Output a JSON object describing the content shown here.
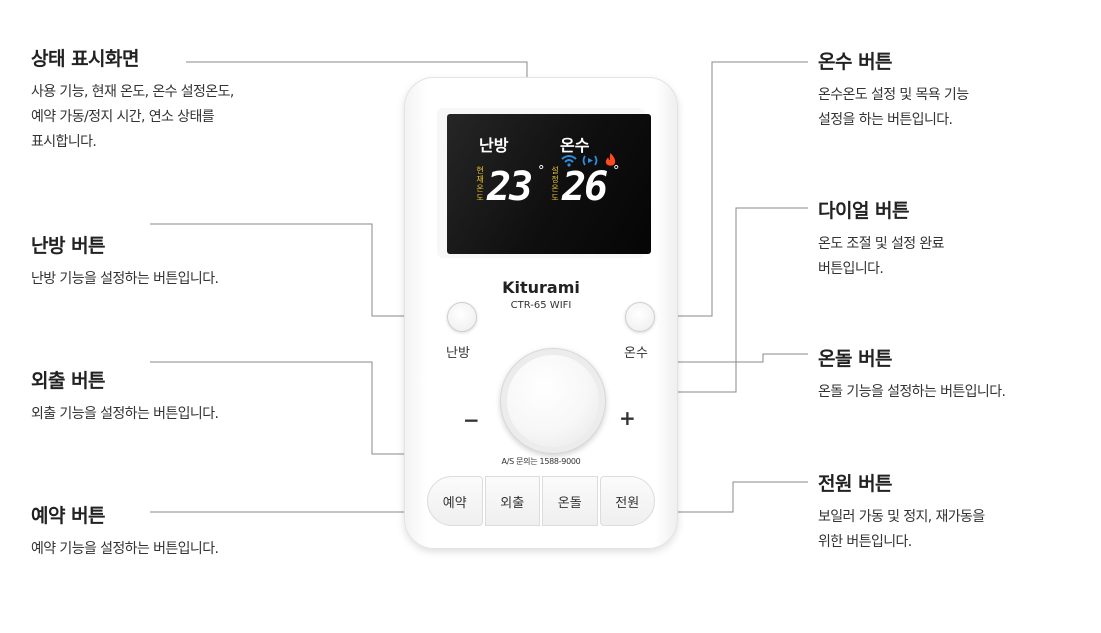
{
  "annotations": {
    "display": {
      "title": "상태 표시화면",
      "desc": "사용 기능, 현재 온도, 온수 설정온도,\n예약 가동/정지 시간, 연소 상태를\n표시합니다."
    },
    "heating": {
      "title": "난방 버튼",
      "desc": "난방 기능을 설정하는 버튼입니다."
    },
    "outing": {
      "title": "외출 버튼",
      "desc": "외출 기능을 설정하는 버튼입니다."
    },
    "reserve": {
      "title": "예약 버튼",
      "desc": "예약 기능을 설정하는 버튼입니다."
    },
    "hot_water": {
      "title": "온수 버튼",
      "desc": "온수온도 설정 및 목욕 기능\n설정을 하는 버튼입니다."
    },
    "dial": {
      "title": "다이얼 버튼",
      "desc": "온도 조절 및 설정 완료\n버튼입니다."
    },
    "ondol": {
      "title": "온돌 버튼",
      "desc": "온돌 기능을 설정하는 버튼입니다."
    },
    "power": {
      "title": "전원 버튼",
      "desc": "보일러 가동 및 정지, 재가동을\n위한 버튼입니다."
    }
  },
  "device": {
    "screen": {
      "mode": "난방",
      "water": "온수",
      "current_label": "현재온도",
      "current_temp": "23",
      "set_label": "설정온도",
      "set_temp": "26",
      "degree": "°"
    },
    "brand": "Kiturami",
    "model": "CTR-65 WIFI",
    "label_left": "난방",
    "label_right": "온수",
    "minus": "−",
    "plus": "+",
    "as_contact": "A/S 문의는 1588-9000",
    "buttons": [
      "예약",
      "외출",
      "온돌",
      "전원"
    ]
  },
  "colors": {
    "screen_bg": "#111111",
    "label_yellow": "#e6c233",
    "wifi_blue": "#2b8fe0",
    "flame_red": "#ff4a1f",
    "line_gray": "#8a8a8a"
  },
  "icons": [
    "wifi-icon",
    "signal-icon",
    "flame-icon"
  ]
}
